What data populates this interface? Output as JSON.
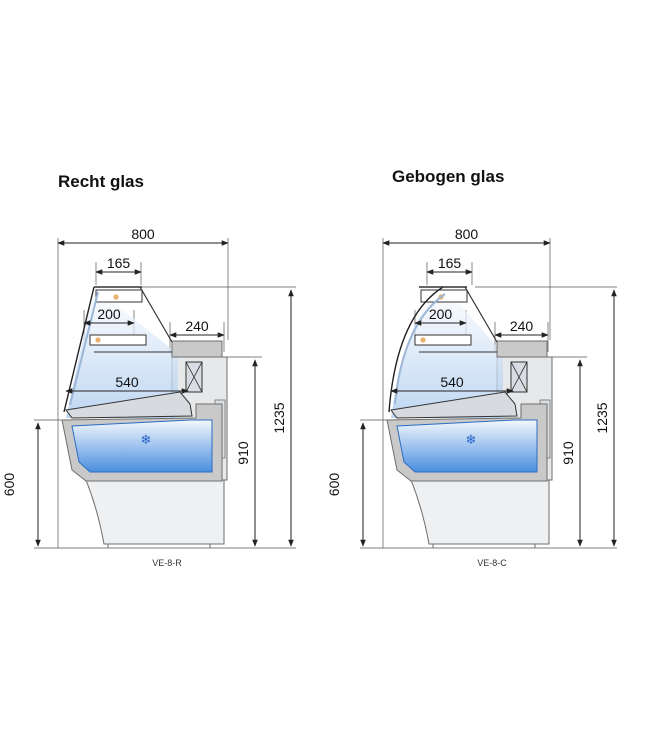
{
  "variants": [
    {
      "title": "Recht glas",
      "glass": "straight",
      "model": "VE-8-R",
      "dims": {
        "overall_width": "800",
        "shelf_top": "165",
        "shelf_lower": "200",
        "top_depth": "240",
        "deck_depth": "540",
        "counter_height": "910",
        "total_height": "1235",
        "front_height": "600"
      }
    },
    {
      "title": "Gebogen glas",
      "glass": "curved",
      "model": "VE-8-C",
      "dims": {
        "overall_width": "800",
        "shelf_top": "165",
        "shelf_lower": "200",
        "top_depth": "240",
        "deck_depth": "540",
        "counter_height": "910",
        "total_height": "1235",
        "front_height": "600"
      }
    }
  ],
  "icons": {
    "refrigeration": "snowflake-icon",
    "light": "lamp-icon"
  },
  "colors": {
    "cold_top": "#f4f8fd",
    "cold_bottom": "#4a8fdf",
    "insulation": "#c9c9c9",
    "outline": "#6e6e6e",
    "dimension_line": "#222222",
    "light": "#e9b070"
  }
}
